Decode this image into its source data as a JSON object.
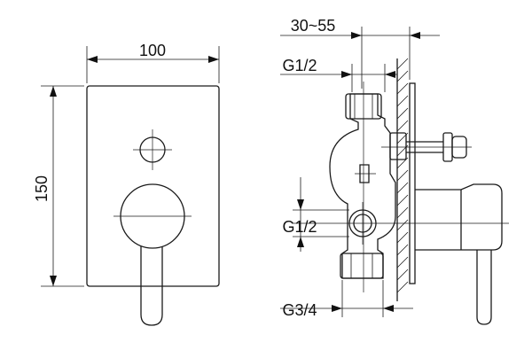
{
  "front_view": {
    "width_label": "100",
    "height_label": "150"
  },
  "side_view": {
    "depth_label": "30~55",
    "top_port_label": "G1/2",
    "middle_port_label": "G1/2",
    "bottom_port_label": "G3/4"
  },
  "colors": {
    "line": "#1a1a1a",
    "background": "#ffffff"
  }
}
